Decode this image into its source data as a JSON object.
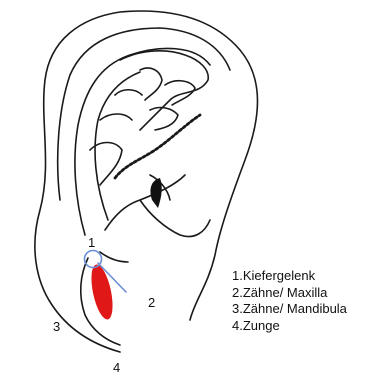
{
  "markers": {
    "m1": "1",
    "m2": "2",
    "m3": "3",
    "m4": "4"
  },
  "legend": {
    "items": [
      "1.Kiefergelenk",
      "2.Zähne/ Maxilla",
      "3.Zähne/ Mandibula",
      "4.Zunge"
    ]
  },
  "colors": {
    "line": "#1a1a1a",
    "highlight": "#e01818",
    "marker_circle": "#6a8fd6"
  },
  "icons": {
    "figure": "ear-outline-icon"
  }
}
